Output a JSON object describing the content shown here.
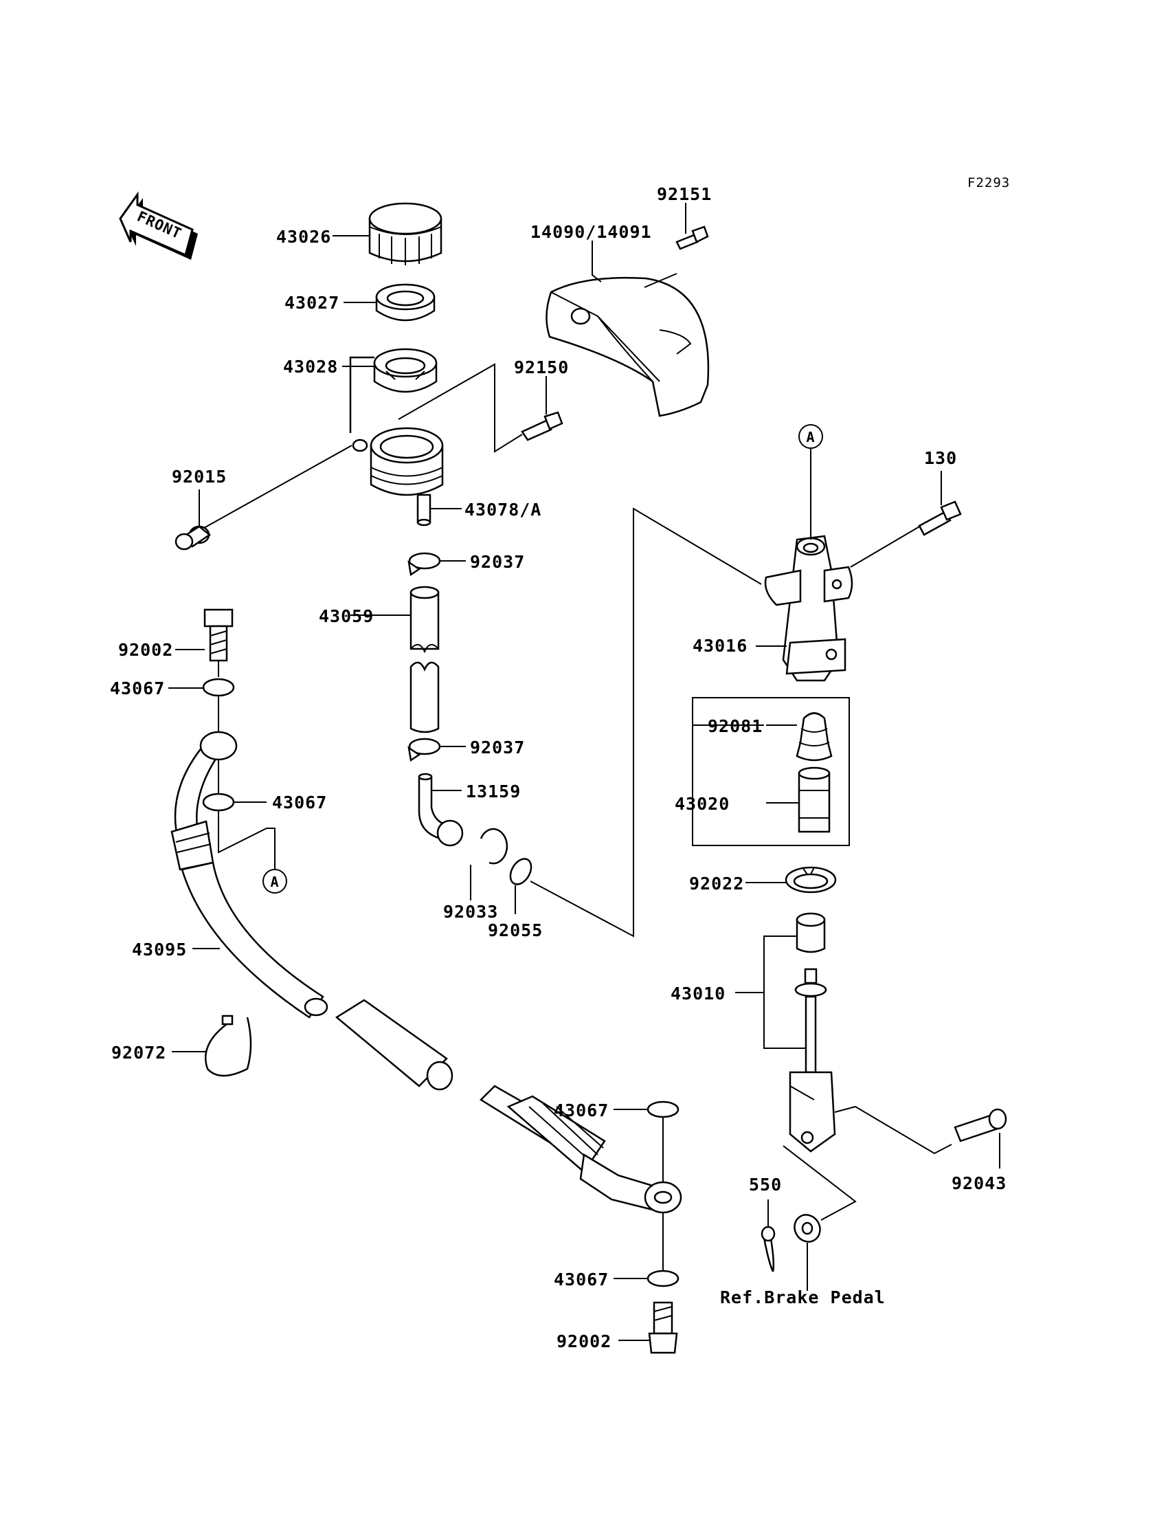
{
  "diagram": {
    "code": "F2293",
    "front_label": "FRONT",
    "ref_text": "Ref.Brake Pedal",
    "marker": "A",
    "parts": {
      "p43026": "43026",
      "p43027": "43027",
      "p43028": "43028",
      "p92015": "92015",
      "p92151": "92151",
      "p14090": "14090/14091",
      "p92150": "92150",
      "p43078": "43078/A",
      "p92037a": "92037",
      "p43059": "43059",
      "p92002a": "92002",
      "p43067a": "43067",
      "p92037b": "92037",
      "p43067b": "43067",
      "p13159": "13159",
      "p92033": "92033",
      "p92055": "92055",
      "p43095": "43095",
      "p92072": "92072",
      "p130": "130",
      "p43016": "43016",
      "p92081": "92081",
      "p43020": "43020",
      "p92022": "92022",
      "p43010": "43010",
      "p43067c": "43067",
      "p43067d": "43067",
      "p92002b": "92002",
      "p550": "550",
      "p92043": "92043"
    }
  }
}
